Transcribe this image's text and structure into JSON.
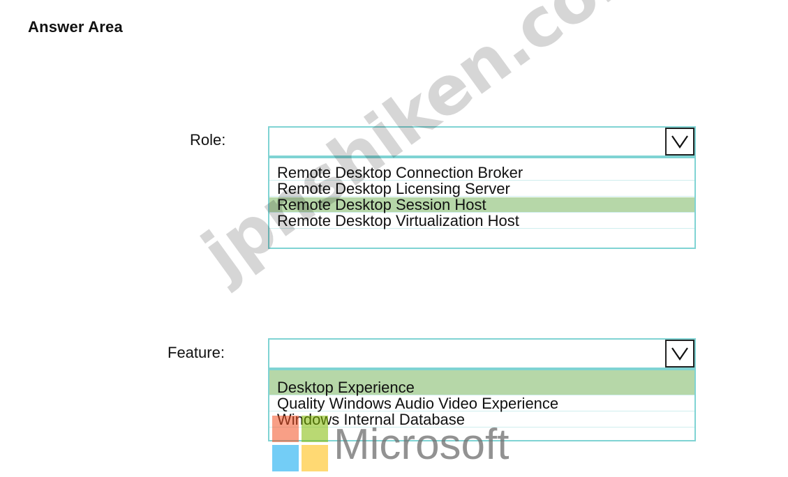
{
  "header": {
    "title": "Answer Area"
  },
  "role": {
    "label": "Role:",
    "selected_value": "",
    "options": [
      {
        "label": "Remote Desktop Connection Broker",
        "selected": false
      },
      {
        "label": "Remote Desktop Licensing Server",
        "selected": false
      },
      {
        "label": "Remote Desktop Session Host",
        "selected": true
      },
      {
        "label": "Remote Desktop Virtualization Host",
        "selected": false
      }
    ]
  },
  "feature": {
    "label": "Feature:",
    "selected_value": "",
    "options": [
      {
        "label": "Desktop Experience",
        "selected": true
      },
      {
        "label": "Quality Windows Audio Video Experience",
        "selected": false
      },
      {
        "label": "Windows Internal Database",
        "selected": false
      }
    ]
  },
  "watermark": {
    "text": "jpnshiken.com"
  },
  "logo": {
    "text": "Microsoft",
    "colors": [
      "#f25022",
      "#7fba00",
      "#00a4ef",
      "#ffb900"
    ]
  },
  "colors": {
    "border_accent": "#7fd3d3",
    "selected_bg": "#b6d7a8"
  }
}
